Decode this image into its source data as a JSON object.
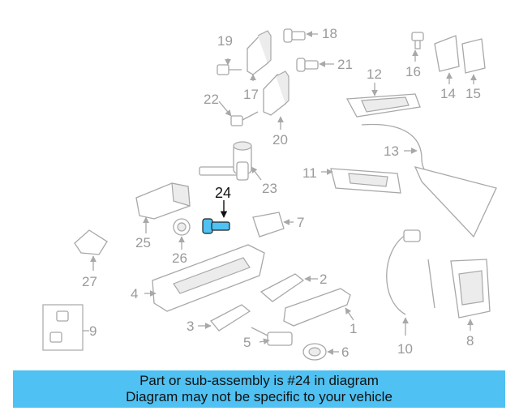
{
  "banner": {
    "line1": "Part or sub-assembly is #24 in diagram",
    "line2": "Diagram may not be specific to your vehicle"
  },
  "diagram": {
    "highlighted_part": "24",
    "highlight_color": "#4fc1f2",
    "labels": [
      "1",
      "2",
      "3",
      "4",
      "5",
      "6",
      "7",
      "8",
      "9",
      "10",
      "11",
      "12",
      "13",
      "14",
      "15",
      "16",
      "17",
      "18",
      "19",
      "20",
      "21",
      "22",
      "23",
      "24",
      "25",
      "26",
      "27"
    ]
  }
}
